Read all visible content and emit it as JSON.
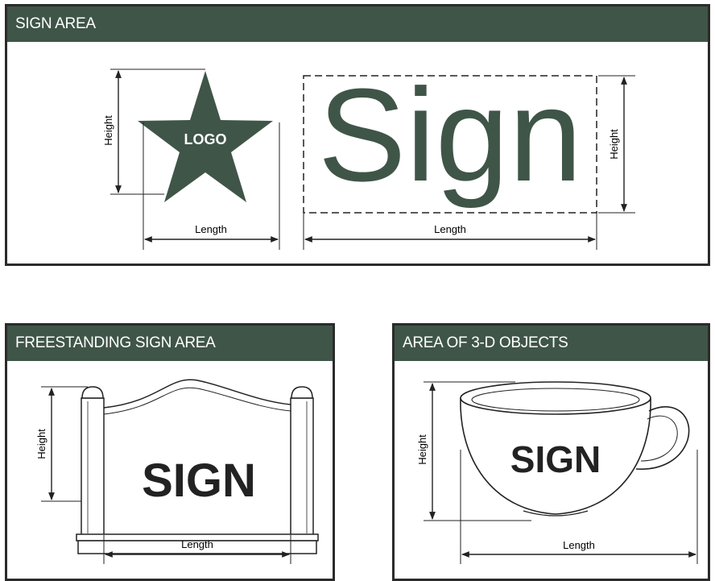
{
  "colors": {
    "header_bg": "#3f5548",
    "logo_fill": "#3f5548",
    "border": "#2b2b2b",
    "line": "#222222"
  },
  "panel_main": {
    "title": "SIGN AREA",
    "logo_label": "LOGO",
    "sign_word": "Sign",
    "height_label": "Height",
    "length_label": "Length"
  },
  "panel_freestanding": {
    "title": "FREESTANDING SIGN AREA",
    "sign_word": "SIGN",
    "height_label": "Height",
    "length_label": "Length"
  },
  "panel_3d": {
    "title": "AREA OF 3-D OBJECTS",
    "sign_word": "SIGN",
    "height_label": "Height",
    "length_label": "Length"
  }
}
